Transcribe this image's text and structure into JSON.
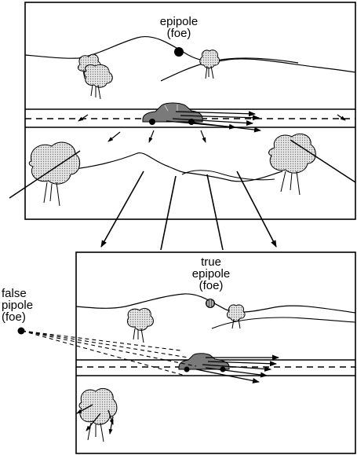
{
  "labels": {
    "top_epipole": "epipole",
    "top_foe": "(foe)",
    "true_1": "true",
    "true_2": "epipole",
    "true_3": "(foe)",
    "false_1": "false",
    "false_2": "pipole",
    "false_3": "(foe)"
  },
  "colors": {
    "stroke": "#000000",
    "tree_fill": "#d4d4d4",
    "car_fill": "#7a7a7a",
    "background": "#ffffff"
  }
}
